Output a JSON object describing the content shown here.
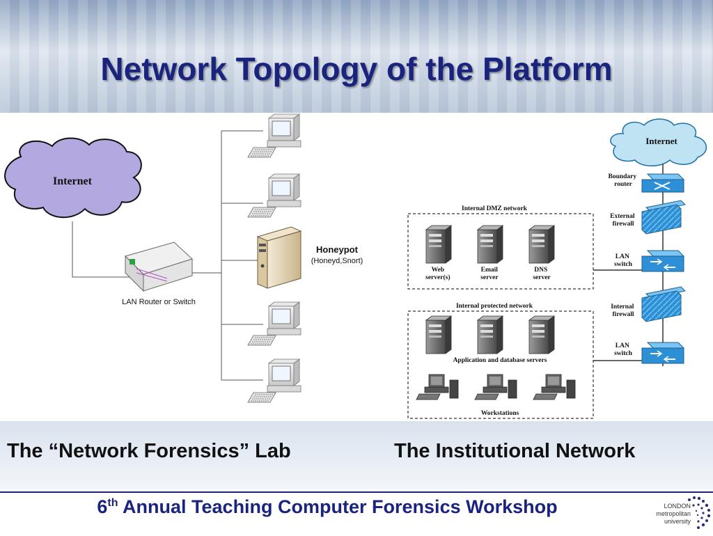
{
  "slide": {
    "title": "Network Topology of the Platform",
    "captions": {
      "left": "The “Network Forensics” Lab",
      "right": "The Institutional Network"
    },
    "footer": {
      "ordinal_number": "6",
      "ordinal_suffix": "th",
      "text": " Annual Teaching Computer Forensics Workshop"
    },
    "logo": {
      "line1": "LONDON",
      "line2": "metropolitan",
      "line3": "university"
    }
  },
  "lab_diagram": {
    "internet_label": "Internet",
    "router_label": "LAN Router or Switch",
    "honeypot_label": "Honeypot",
    "honeypot_sublabel": "(Honeyd,Snort)"
  },
  "institution_diagram": {
    "internet_label": "Internet",
    "boundary_router": [
      "Boundary",
      "router"
    ],
    "external_firewall": [
      "External",
      "firewall"
    ],
    "lan_switch_1": [
      "LAN",
      "switch"
    ],
    "internal_firewall": [
      "Internal",
      "firewall"
    ],
    "lan_switch_2": [
      "LAN",
      "switch"
    ],
    "dmz_title": "Internal DMZ network",
    "dmz_servers": [
      {
        "line1": "Web",
        "line2": "server(s)"
      },
      {
        "line1": "Email",
        "line2": "server"
      },
      {
        "line1": "DNS",
        "line2": "server"
      }
    ],
    "protected_title": "Internal protected network",
    "app_servers_label": "Application and database servers",
    "workstations_label": "Workstations"
  },
  "colors": {
    "title": "#1a237e",
    "cloud_left": "#b3a9e0",
    "cloud_right": "#bfe3f2",
    "device_blue": "#2d8fd6"
  }
}
